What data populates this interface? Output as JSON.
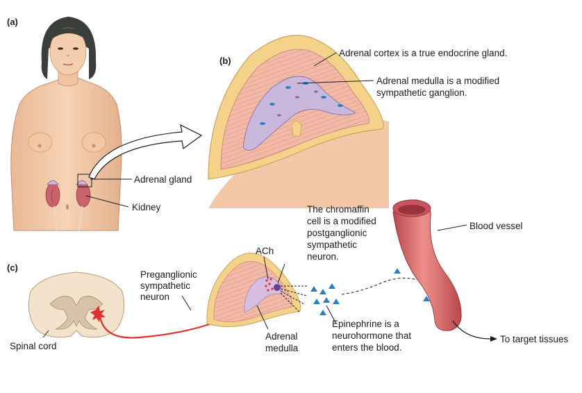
{
  "panels": {
    "a": "(a)",
    "b": "(b)",
    "c": "(c)"
  },
  "labels": {
    "adrenal_gland": "Adrenal gland",
    "kidney": "Kidney",
    "cortex_line1": "Adrenal cortex is a true endocrine gland.",
    "medulla_line1": "Adrenal medulla is a modified",
    "medulla_line2": "sympathetic ganglion.",
    "chromaffin_line1": "The chromaffin",
    "chromaffin_line2": "cell is a modified",
    "chromaffin_line3": "postganglionic",
    "chromaffin_line4": "sympathetic",
    "chromaffin_line5": "neuron.",
    "ach": "ACh",
    "blood_vessel": "Blood vessel",
    "preganglionic_line1": "Preganglionic",
    "preganglionic_line2": "sympathetic",
    "preganglionic_line3": "neuron",
    "spinal_cord": "Spinal cord",
    "adrenal_medulla_line1": "Adrenal",
    "adrenal_medulla_line2": "medulla",
    "epinephrine_line1": "Epinephrine is a",
    "epinephrine_line2": "neurohormone that",
    "epinephrine_line3": "enters the blood.",
    "target": "To target tissues"
  },
  "colors": {
    "skin": "#f1c9a6",
    "skin_shadow": "#d9a27c",
    "hair": "#3a3f3c",
    "kidney": "#c9626a",
    "cortex_outer": "#f4d28a",
    "cortex_inner": "#f0b9a8",
    "medulla": "#c9b8dc",
    "blood_vessel": "#d96a6a",
    "neuron": "#e0302f",
    "epinephrine": "#2a7fc0",
    "spinal_white": "#f3e3cc",
    "spinal_gray": "#d8c3a8"
  }
}
